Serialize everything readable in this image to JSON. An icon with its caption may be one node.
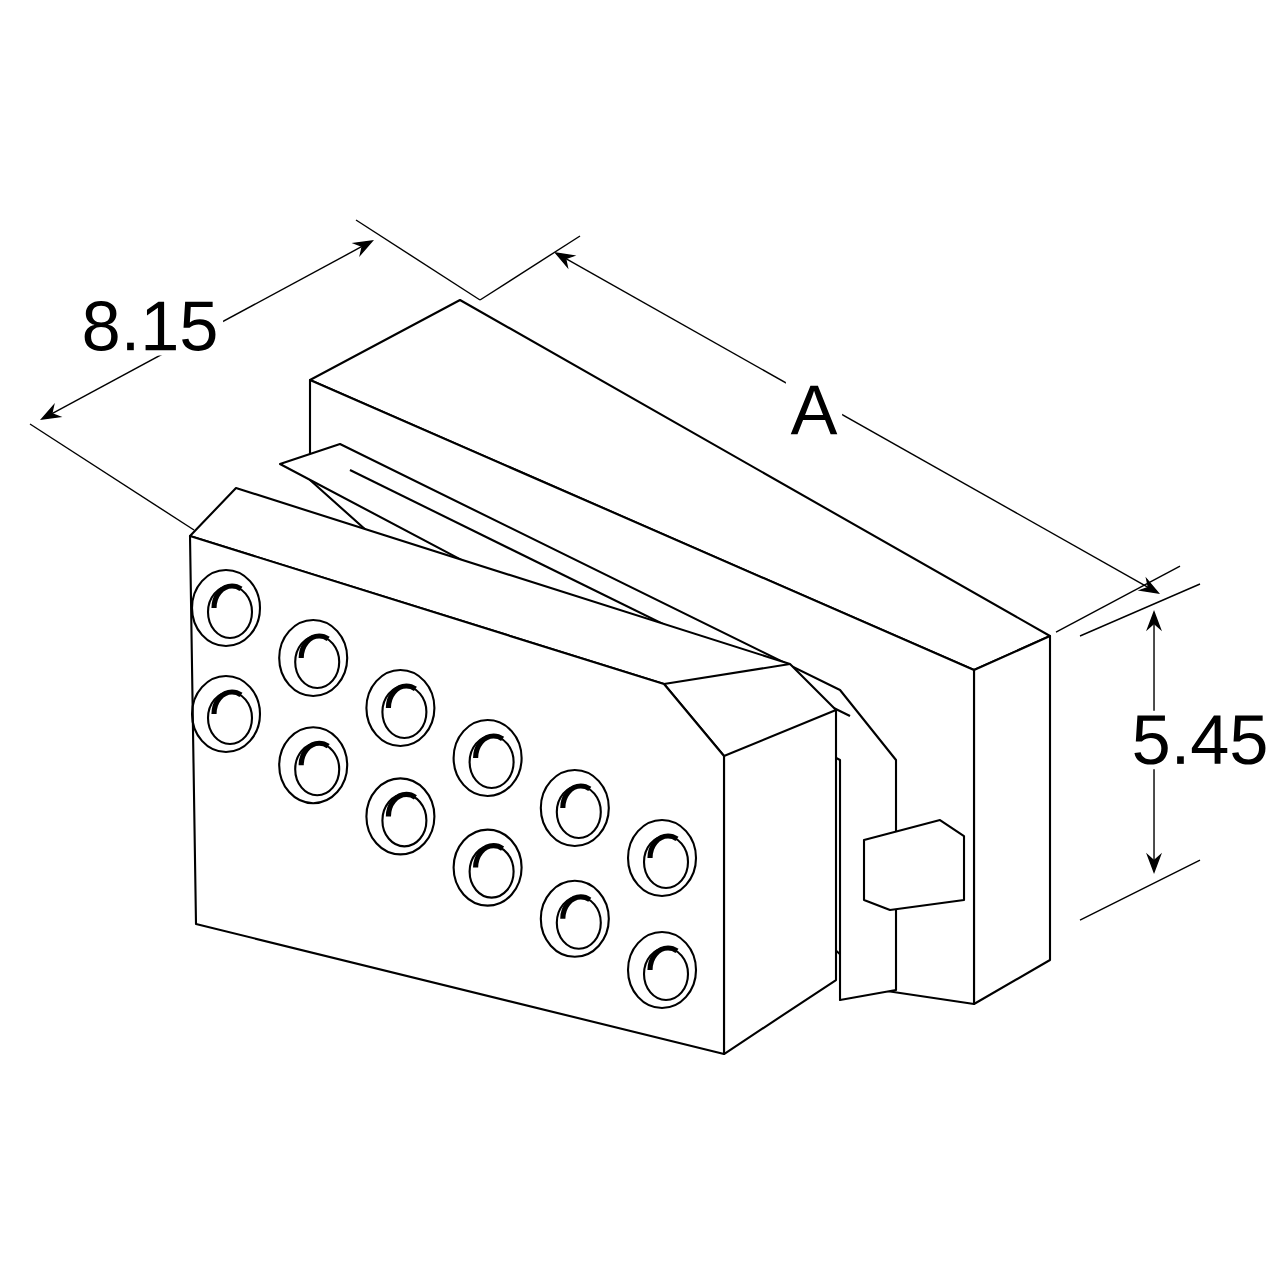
{
  "diagram": {
    "labels": [
      "8.15",
      "A",
      "5.45"
    ]
  }
}
